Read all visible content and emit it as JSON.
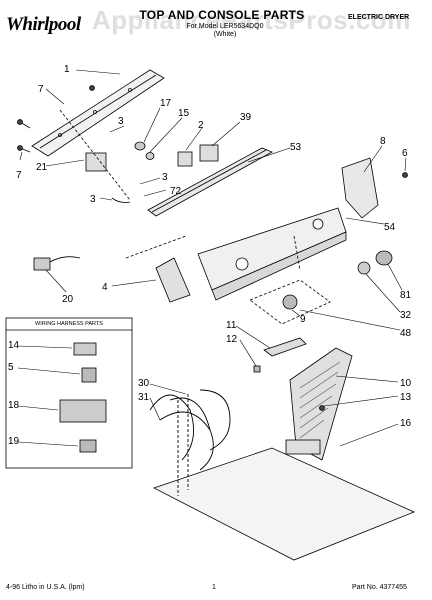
{
  "header": {
    "brand": "Whirlpool",
    "title": "TOP AND CONSOLE PARTS",
    "subtitle": "For Model LER5634DQ0",
    "model_note": "(White)",
    "product_type": "ELECTRIC DRYER",
    "watermark": "AppliancePartsPros.com"
  },
  "inset": {
    "title": "WIRING HARNESS PARTS",
    "callouts": [
      "14",
      "5",
      "18",
      "19"
    ]
  },
  "callouts": {
    "c1": "1",
    "c7a": "7",
    "c7b": "7",
    "c3a": "3",
    "c21": "21",
    "c17": "17",
    "c15": "15",
    "c2": "2",
    "c39": "39",
    "c53": "53",
    "c3b": "3",
    "c72": "72",
    "c3c": "3",
    "c8": "8",
    "c6": "6",
    "c54": "54",
    "c20": "20",
    "c4": "4",
    "c81": "81",
    "c9": "9",
    "c32": "32",
    "c48": "48",
    "c11": "11",
    "c12": "12",
    "c30": "30",
    "c31": "31",
    "c10": "10",
    "c13": "13",
    "c16": "16"
  },
  "footer": {
    "left": "4-96 Litho in U.S.A. (lpm)",
    "page": "1",
    "part_no": "Part No. 4377455"
  }
}
